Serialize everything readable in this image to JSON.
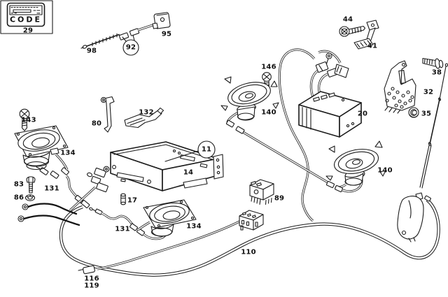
{
  "colors": {
    "ink": "#1b1b1b",
    "paper": "#ffffff"
  },
  "code_card": {
    "text": "CODE"
  },
  "labels": {
    "p29": "29",
    "p98": "98",
    "p92": "92",
    "p95": "95",
    "p44": "44",
    "p41": "41",
    "p146": "146",
    "p140_front": "140",
    "p20": "20",
    "p38": "38",
    "p32": "32",
    "p35": "35",
    "p143": "143",
    "p134_left": "134",
    "p80": "80",
    "p132": "132",
    "p14": "14",
    "p11": "11",
    "p17": "17",
    "p83": "83",
    "p86": "86",
    "p131_left": "131",
    "p131_right": "131",
    "p134_bottom": "134",
    "p89": "89",
    "p140_right": "140",
    "p110": "110",
    "p116": "116",
    "p119": "119"
  }
}
